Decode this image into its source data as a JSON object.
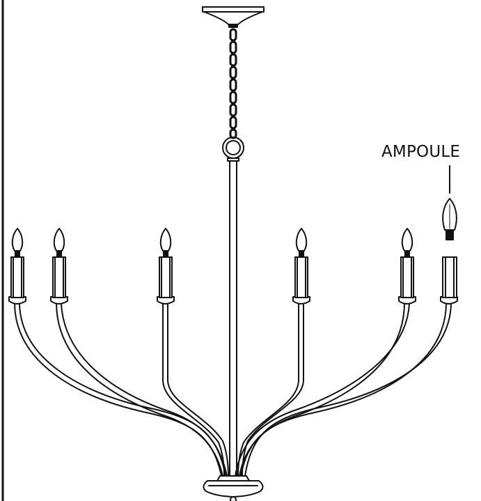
{
  "diagram": {
    "callout_label": "AMPOULE",
    "stroke_color": "#111111",
    "background_color": "#ffffff",
    "candle_count": 6,
    "bulb_count": 1,
    "icons": [
      "ceiling-canopy",
      "chain",
      "ring-loop",
      "center-rod",
      "candle-arm",
      "candle-bulb",
      "standalone-bulb",
      "bottom-bowl"
    ]
  }
}
